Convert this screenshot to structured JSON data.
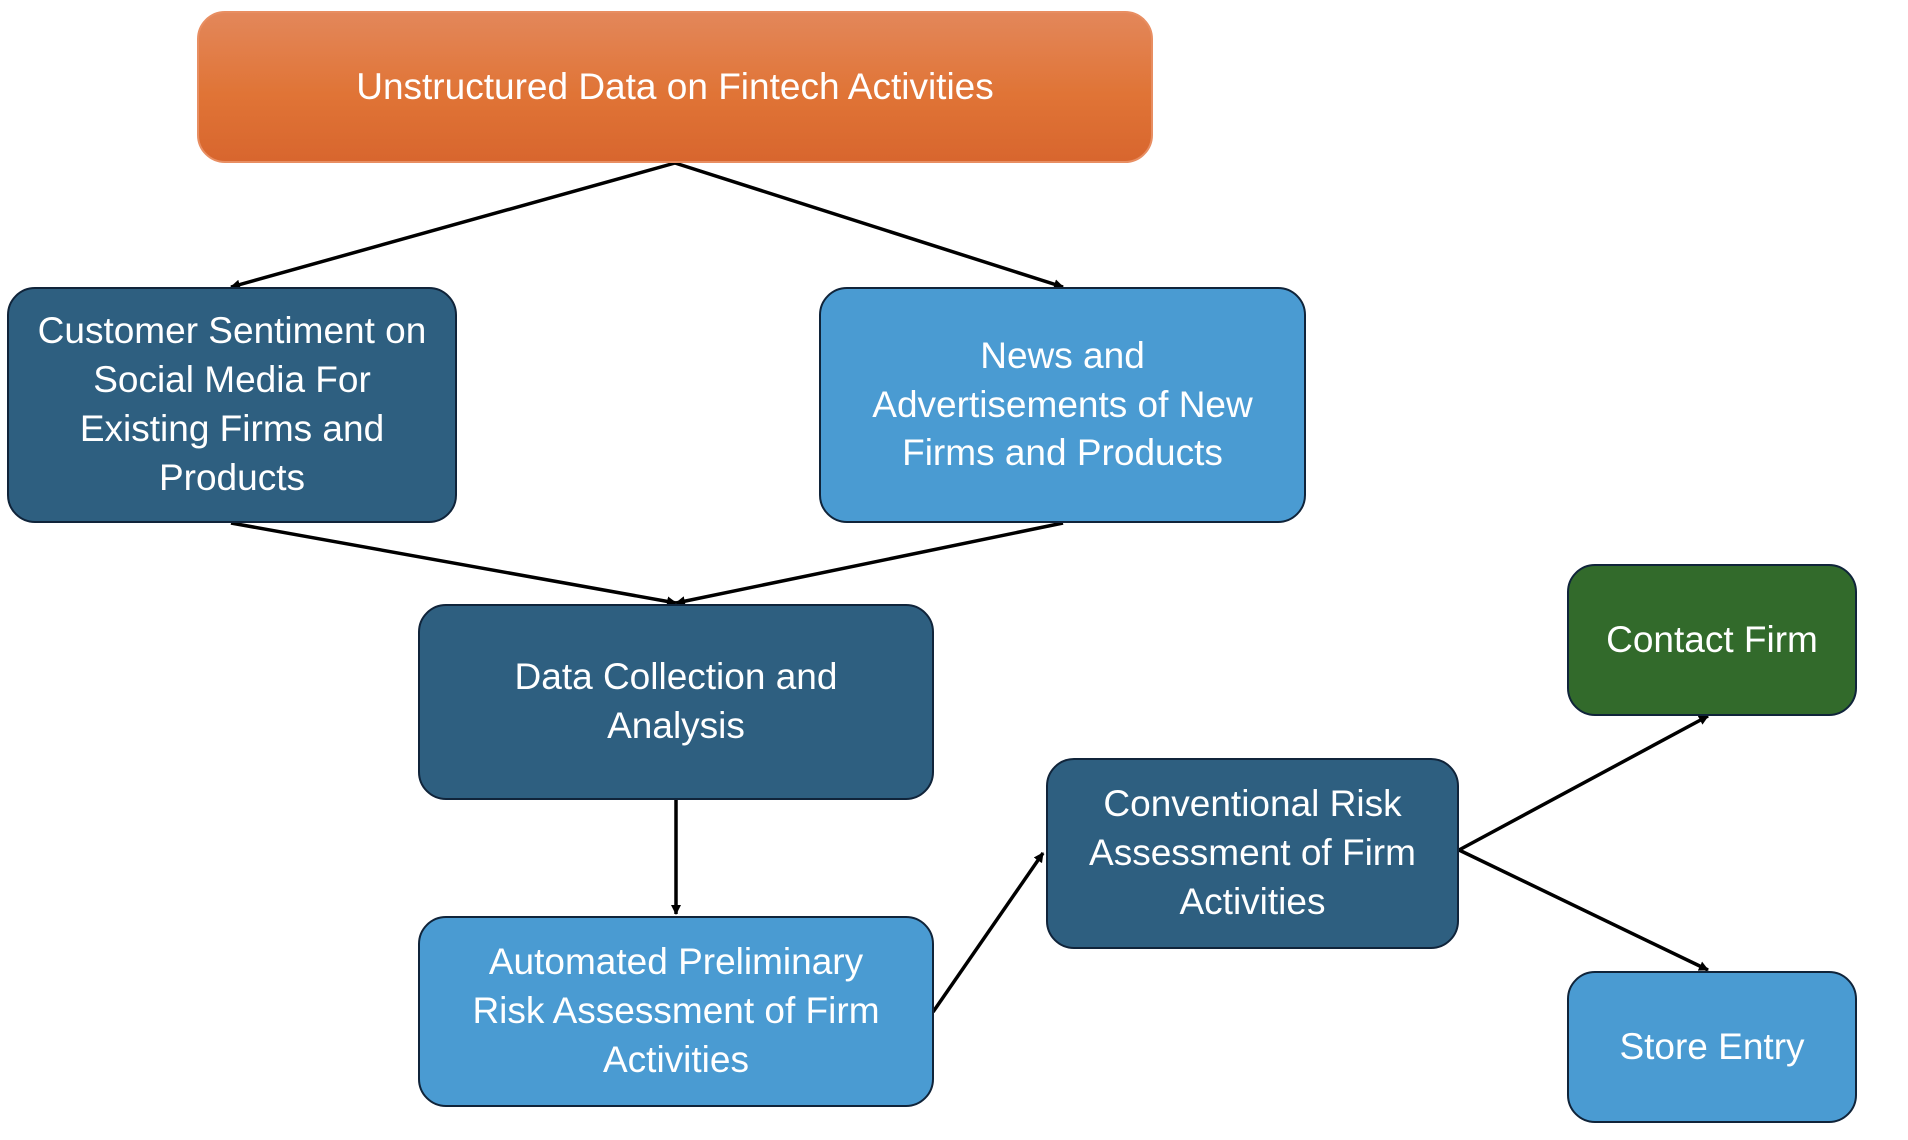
{
  "nodes": {
    "unstructured_data": "Unstructured Data on Fintech Activities",
    "customer_sentiment": "Customer Sentiment on Social Media For Existing Firms and Products",
    "news_ads": "News and Advertisements of New Firms and Products",
    "data_collection": "Data Collection and Analysis",
    "automated_assessment": "Automated Preliminary Risk Assessment of Firm Activities",
    "conventional_assessment": "Conventional Risk Assessment of Firm Activities",
    "contact_firm": "Contact Firm",
    "store_entry": "Store Entry"
  },
  "edges": [
    {
      "from": "unstructured_data",
      "to": "customer_sentiment"
    },
    {
      "from": "unstructured_data",
      "to": "news_ads"
    },
    {
      "from": "customer_sentiment",
      "to": "data_collection"
    },
    {
      "from": "news_ads",
      "to": "data_collection"
    },
    {
      "from": "data_collection",
      "to": "automated_assessment"
    },
    {
      "from": "automated_assessment",
      "to": "conventional_assessment"
    },
    {
      "from": "conventional_assessment",
      "to": "contact_firm"
    },
    {
      "from": "conventional_assessment",
      "to": "store_entry"
    }
  ],
  "colors": {
    "top_fill": "#e07436",
    "dark_fill": "#2e5f80",
    "light_fill": "#4a9bd2",
    "green_fill": "#326a2b",
    "border": "#10243a",
    "arrow": "#000000",
    "text": "#ffffff"
  }
}
